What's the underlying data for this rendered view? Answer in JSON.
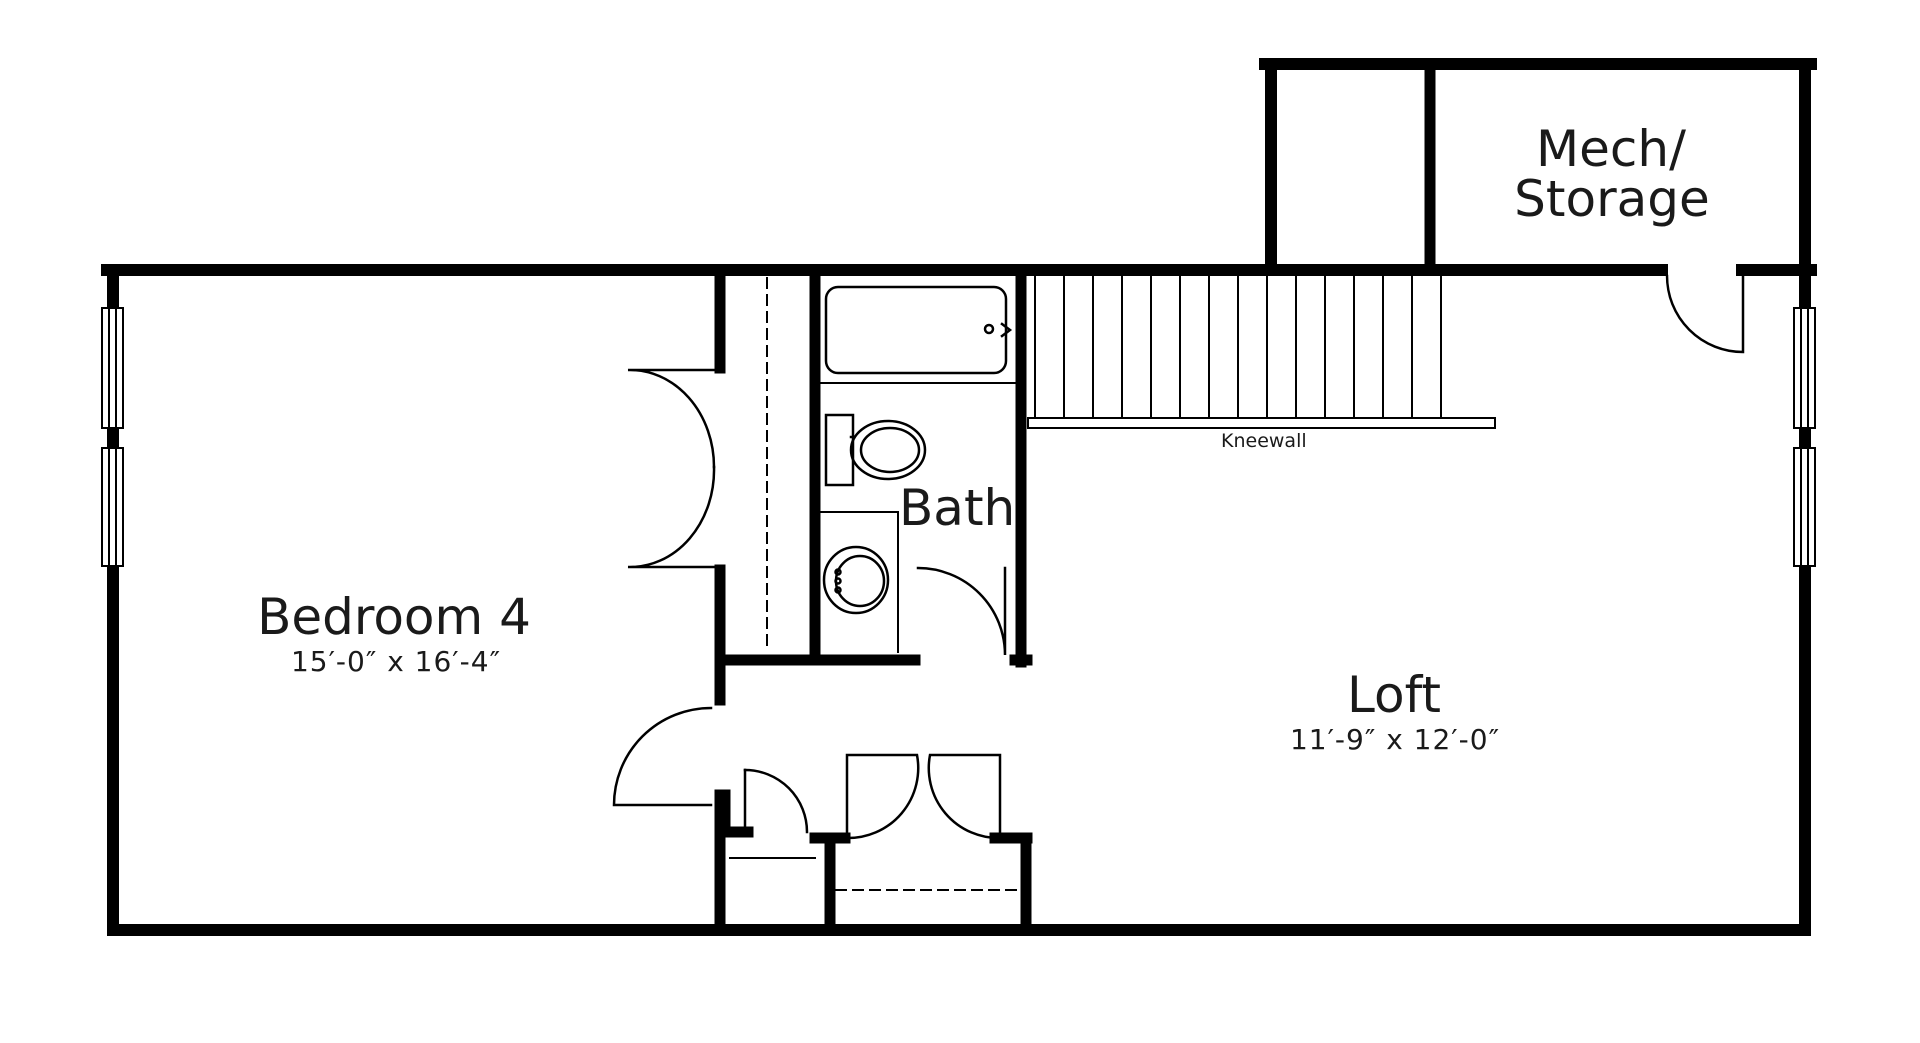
{
  "rooms": {
    "bedroom": {
      "name": "Bedroom 4",
      "dims": "15′-0″ x 16′-4″"
    },
    "loft": {
      "name": "Loft",
      "dims": "11′-9″ x 12′-0″"
    },
    "bath": {
      "name": "Bath"
    },
    "mech": {
      "line1": "Mech/",
      "line2": "Storage"
    }
  },
  "annotations": {
    "kneewall": "Kneewall"
  },
  "colors": {
    "wall": "#000000",
    "fixture": "#1a1a1a",
    "background": "#ffffff"
  }
}
